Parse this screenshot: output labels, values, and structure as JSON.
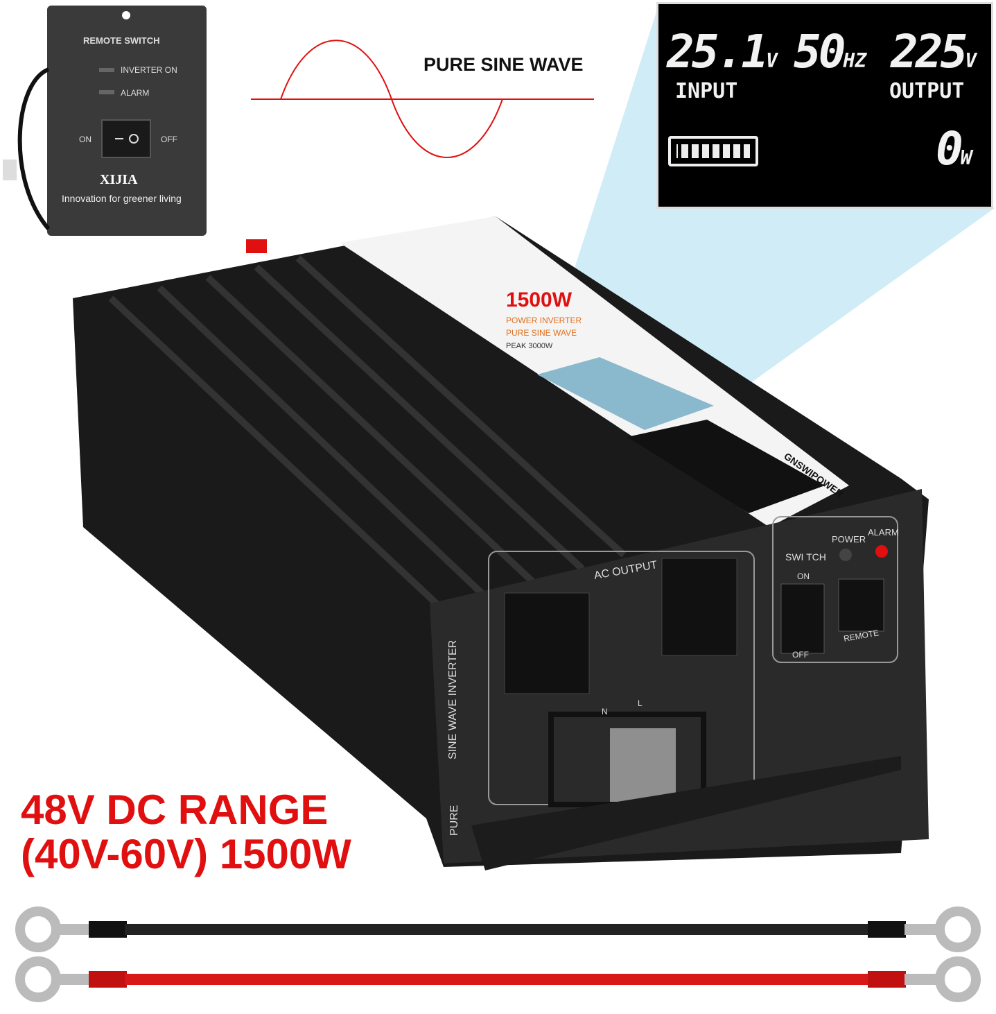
{
  "remote": {
    "title": "REMOTE SWITCH",
    "inverter_on": "INVERTER ON",
    "alarm": "ALARM",
    "on": "ON",
    "off": "OFF",
    "brand": "XIJIA",
    "tagline": "Innovation for greener living"
  },
  "sine_label": "PURE SINE WAVE",
  "lcd": {
    "input_value": "25.1",
    "input_unit": "V",
    "freq_value": "50",
    "freq_unit": "HZ",
    "output_value": "225",
    "output_unit": "V",
    "input_label": "INPUT",
    "output_label": "OUTPUT",
    "power_value": "0",
    "power_unit": "W",
    "battery_level": 1.0
  },
  "inverter": {
    "power": "1500W",
    "line1": "POWER INVERTER",
    "line2": "PURE SINE WAVE",
    "line3": "PEAK 3000W",
    "ac_output": "AC OUTPUT",
    "switch": "SWI TCH",
    "on": "ON",
    "off": "OFF",
    "power_led": "POWER",
    "alarm_led": "ALARM",
    "remote": "REMOTE",
    "n": "N",
    "l": "L",
    "side_text": "SINE WAVE INVERTER",
    "pure": "PURE",
    "brand": "GNSWIPOWER"
  },
  "headline": {
    "line1": "48V DC RANGE",
    "line2": "(40V-60V) 1500W"
  },
  "colors": {
    "accent_red": "#e01010",
    "lcd_glow": "#a8dcf0",
    "cable_red": "#d81818"
  }
}
